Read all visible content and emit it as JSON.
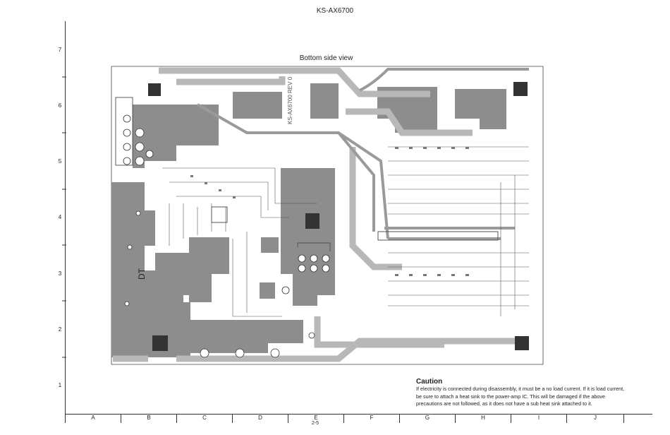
{
  "document": {
    "model": "KS-AX6700",
    "view_label": "Bottom side view",
    "page_number": "2-5"
  },
  "grid": {
    "rows": [
      "7",
      "6",
      "5",
      "4",
      "3",
      "2",
      "1"
    ],
    "columns": [
      "A",
      "B",
      "C",
      "D",
      "E",
      "F",
      "G",
      "H",
      "I",
      "J"
    ]
  },
  "board": {
    "silkscreen_text": "KS-AX6700 REV 0"
  },
  "caution": {
    "title": "Caution",
    "text": "If electricity is connected during disassembly, it must be a no load current. If it is load current, be sure to attach a heat sink to the power-amp IC. This will be damaged if the above precautions are not followed, as it does not have a sub heat sink attached to it."
  }
}
